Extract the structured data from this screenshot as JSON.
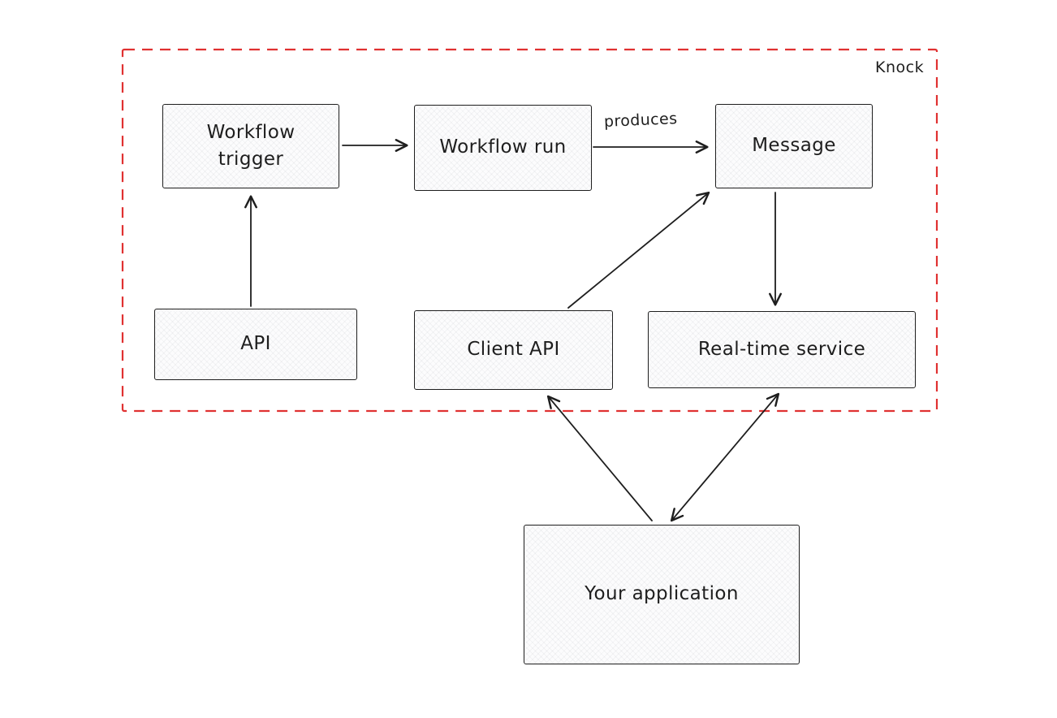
{
  "diagram": {
    "boundary_label": "Knock",
    "nodes": {
      "workflow_trigger": {
        "label": "Workflow trigger"
      },
      "workflow_run": {
        "label": "Workflow run"
      },
      "message": {
        "label": "Message"
      },
      "api": {
        "label": "API"
      },
      "client_api": {
        "label": "Client API"
      },
      "realtime_service": {
        "label": "Real-time service"
      },
      "your_application": {
        "label": "Your application"
      }
    },
    "edge_labels": {
      "produces": "produces"
    },
    "colors": {
      "boundary": "#e03131",
      "stroke": "#1e1e1e",
      "box_fill": "#fcfcfd",
      "background": "#ffffff"
    }
  }
}
